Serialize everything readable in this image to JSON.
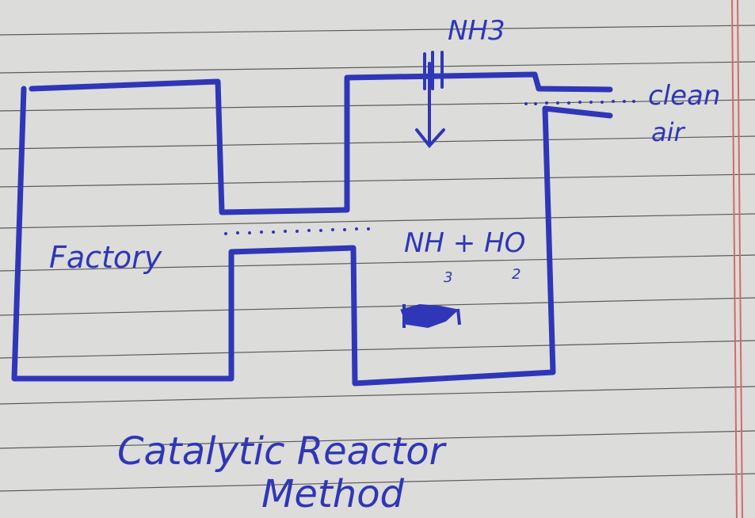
{
  "diagram": {
    "ammonia_inlet_label": "NH3",
    "outlet_label_line1": "clean",
    "outlet_label_line2": "air",
    "source_label": "Factory",
    "reactor_reaction_main": "NH + HO",
    "reactor_reaction_subscripts": {
      "nh_subscript": "3",
      "ho_subscript": "2"
    },
    "title_line1": "Catalytic Reactor",
    "title_line2": "Method"
  },
  "colors": {
    "ink": "#2f36b8",
    "paper": "#dcdcda",
    "rule_line": "#3b3b3b",
    "margin_line": "#d46a6a"
  }
}
